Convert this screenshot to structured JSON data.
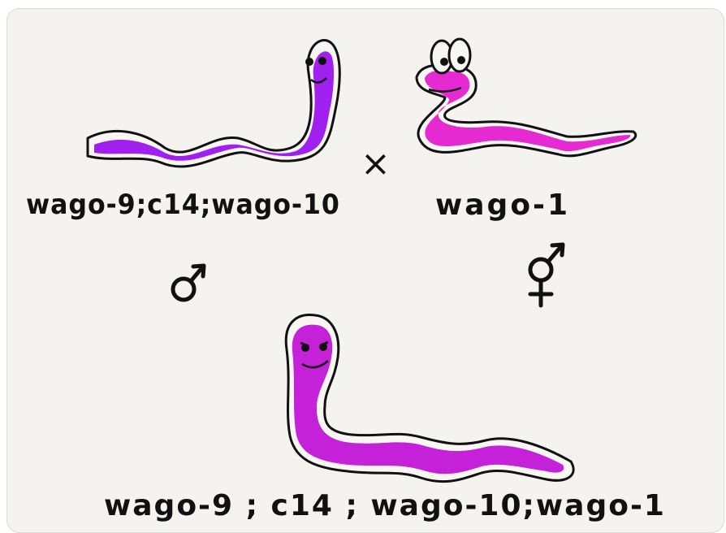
{
  "parents": {
    "male": {
      "genotype": "wago-9;c14;wago-10",
      "sex_symbol": "♂",
      "worm_color": "#a020f0"
    },
    "female": {
      "genotype": "wago-1",
      "sex_symbol": "⚥",
      "worm_color": "#e62ad2"
    }
  },
  "cross_symbol": "×",
  "offspring": {
    "genotype": "wago-9 ; c14 ; wago-10;wago-1",
    "worm_color": "#c521d8"
  }
}
